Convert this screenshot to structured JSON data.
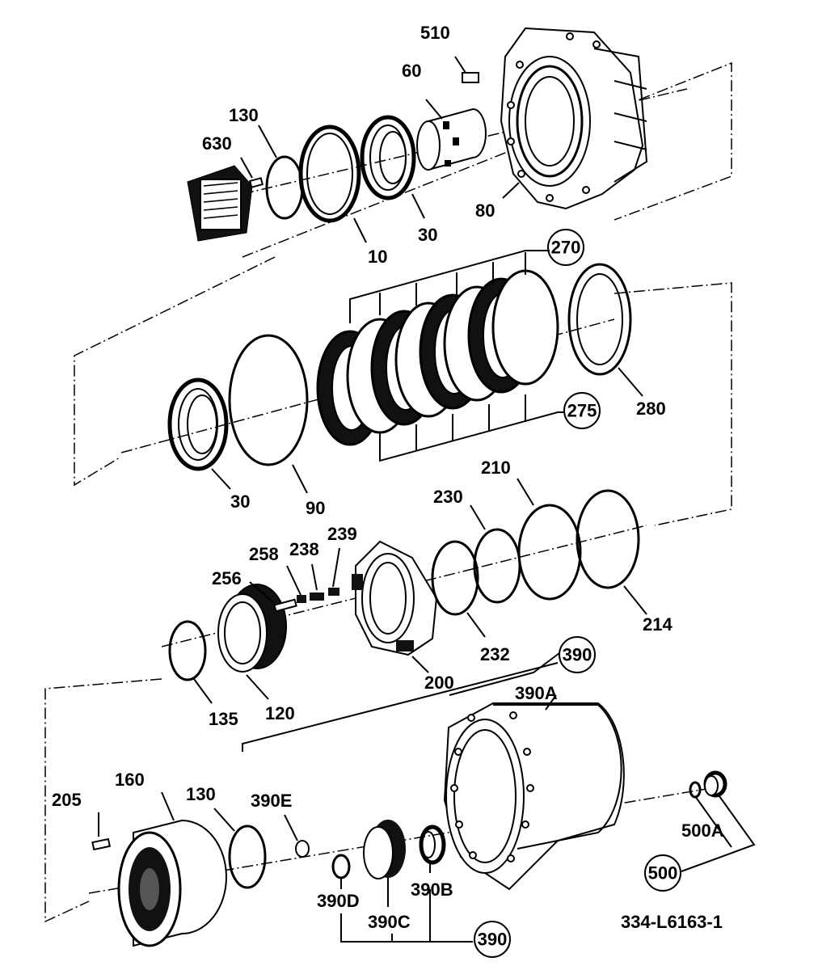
{
  "callouts": {
    "c510": "510",
    "c60": "60",
    "c130a": "130",
    "c630": "630",
    "c10": "10",
    "c30a": "30",
    "c80": "80",
    "c270": "270",
    "c275": "275",
    "c280": "280",
    "c30b": "30",
    "c90": "90",
    "c210": "210",
    "c230": "230",
    "c258": "258",
    "c238": "238",
    "c239": "239",
    "c256": "256",
    "c232": "232",
    "c214": "214",
    "c135": "135",
    "c120": "120",
    "c200": "200",
    "c390a": "390",
    "c390A": "390A",
    "c160": "160",
    "c205": "205",
    "c130b": "130",
    "c390E": "390E",
    "c500A": "500A",
    "c500": "500",
    "c390D": "390D",
    "c390C": "390C",
    "c390B": "390B",
    "c390b": "390"
  },
  "drawing_number": "334-L6163-1"
}
